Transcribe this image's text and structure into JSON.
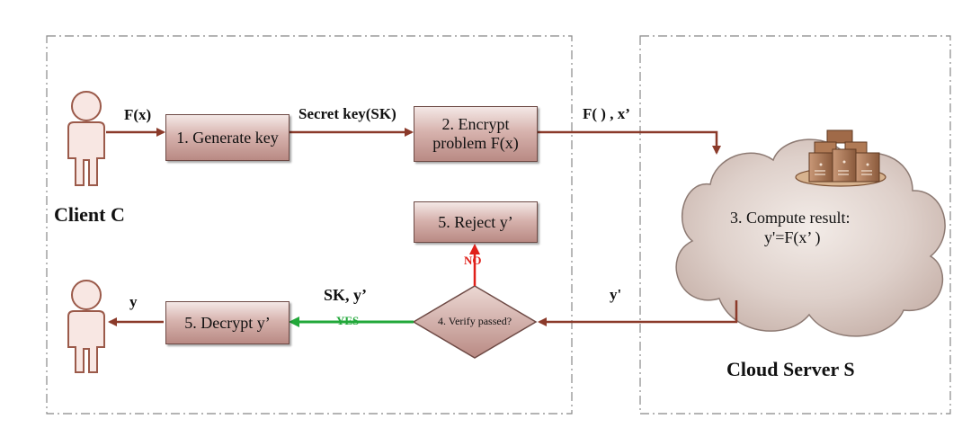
{
  "client": {
    "title": "Client C"
  },
  "server": {
    "title": "Cloud Server S",
    "compute_line1": "3. Compute result:",
    "compute_line2": "y'=F(x’ )"
  },
  "steps": {
    "generate": "1. Generate key",
    "encrypt": "2. Encrypt\nproblem F(x)",
    "reject": "5. Reject y’",
    "decrypt": "5. Decrypt y’",
    "verify": "4. Verify passed?"
  },
  "edges": {
    "fx": "F(x)",
    "secret_key": "Secret key(SK)",
    "f_x": "F( ) , x’",
    "y_prime": "y'",
    "sk_y": "SK,  y’",
    "yes": "YES",
    "no": "NO",
    "y": "y"
  },
  "colors": {
    "arrow": "#8b3a2a",
    "yes": "#22a83a",
    "no": "#e0201a",
    "box_border": "#6e4a45",
    "region_border": "#888888"
  }
}
